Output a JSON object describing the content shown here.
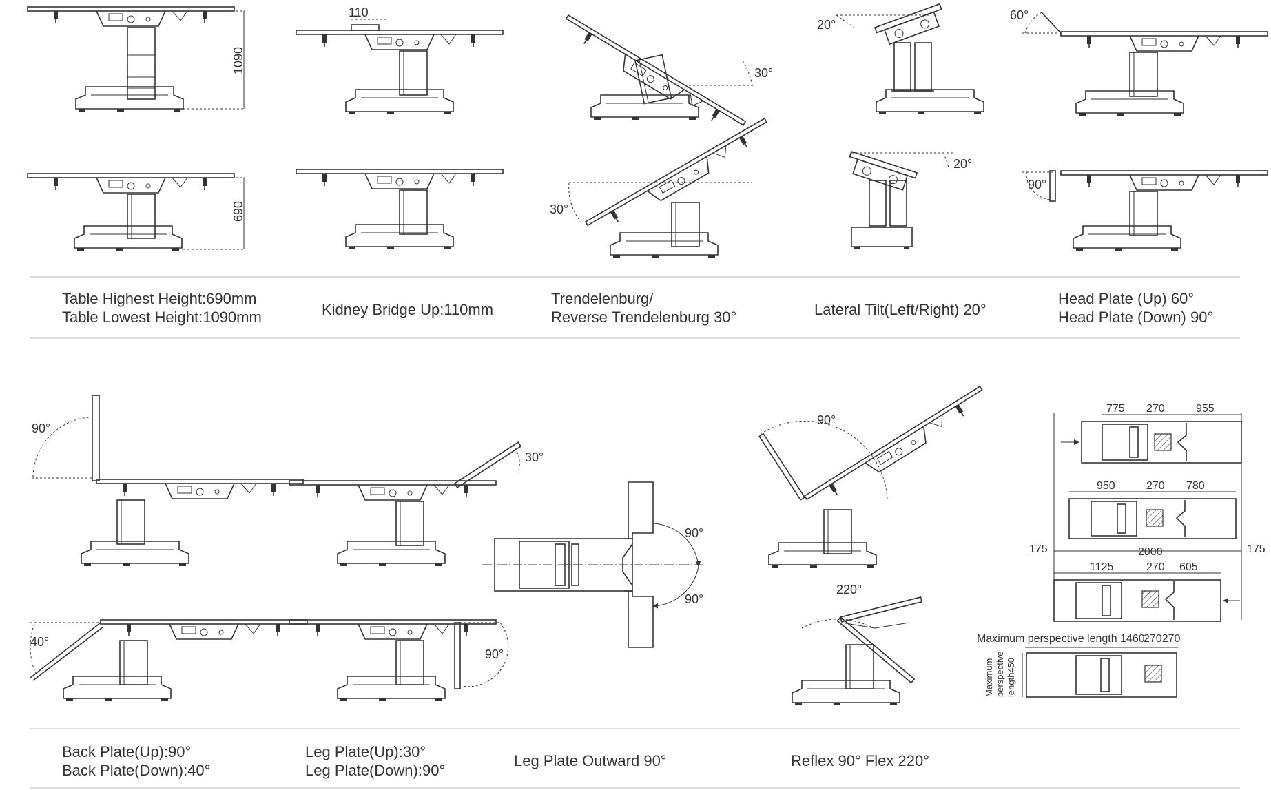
{
  "captions": {
    "height": [
      "Table Highest Height:690mm",
      "Table Lowest Height:1090mm"
    ],
    "kidney": [
      "Kidney Bridge Up:110mm"
    ],
    "trend": [
      "Trendelenburg/",
      "Reverse Trendelenburg 30°"
    ],
    "lateral": [
      "Lateral Tilt(Left/Right) 20°"
    ],
    "head": [
      "Head Plate (Up) 60°",
      "Head Plate (Down) 90°"
    ],
    "back": [
      "Back Plate(Up):90°",
      "Back Plate(Down):40°"
    ],
    "leg": [
      "Leg Plate(Up):30°",
      "Leg Plate(Down):90°"
    ],
    "legout": [
      "Leg Plate Outward 90°"
    ],
    "reflex": [
      "Reflex 90° Flex 220°"
    ]
  },
  "dims": {
    "h1090": "1090",
    "h690": "690",
    "kidney110": "110",
    "trend_rev": "30°",
    "trend": "30°",
    "lat_left": "20°",
    "lat_right": "20°",
    "head_up": "60°",
    "head_down": "90°",
    "back_up": "90°",
    "back_down": "40°",
    "leg_up": "30°",
    "leg_down": "90°",
    "out_top": "90°",
    "out_bot": "90°",
    "reflex": "90°",
    "flex": "220°"
  },
  "plan": {
    "top": [
      "775",
      "270",
      "955"
    ],
    "mid": [
      "950",
      "270",
      "780"
    ],
    "total": "2000",
    "side_left": "175",
    "side_right": "175",
    "bot": [
      "1125",
      "270",
      "605"
    ],
    "persp_len": "Maximum perspective length 1460",
    "persp_dims": "270270",
    "persp_width": [
      "Maximum",
      "perspective",
      "length450"
    ]
  }
}
